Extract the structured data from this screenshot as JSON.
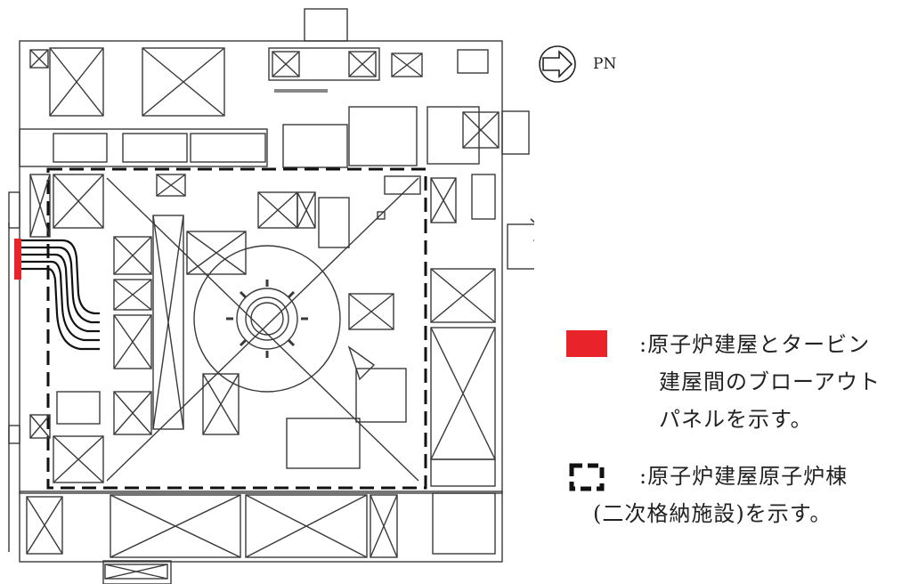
{
  "north_arrow": {
    "label": "PN",
    "icon": "north-arrow-icon"
  },
  "legend": [
    {
      "symbol": "red-filled-rectangle",
      "color": "#e8232a",
      "lines": [
        ":原子炉建屋とタービン",
        "建屋間のブローアウト",
        "パネルを示す。"
      ]
    },
    {
      "symbol": "dashed-rectangle",
      "color": "#111111",
      "lines": [
        ":原子炉建屋原子炉棟",
        "(二次格納施設)を示す。"
      ]
    }
  ],
  "colors": {
    "line": "#3a3a3a",
    "highlight": "#e8232a",
    "dashed": "#111111",
    "background": "#ffffff"
  }
}
